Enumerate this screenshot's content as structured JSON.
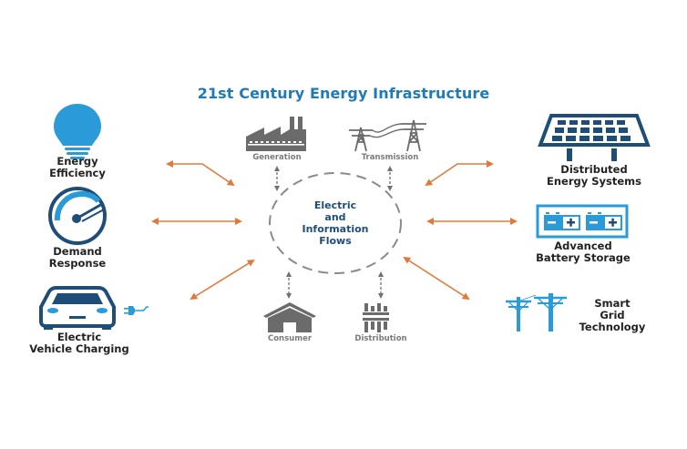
{
  "title": "21st Century Energy Infrastructure",
  "center": {
    "lines": [
      "Electric",
      "and",
      "Information",
      "Flows"
    ]
  },
  "inner_nodes": {
    "generation": "Generation",
    "transmission": "Transmission",
    "consumer": "Consumer",
    "distribution": "Distribution"
  },
  "left_items": [
    {
      "lines": [
        "Energy",
        "Efficiency"
      ],
      "icon": "lightbulb-icon"
    },
    {
      "lines": [
        "Demand",
        "Response"
      ],
      "icon": "speedometer-icon"
    },
    {
      "lines": [
        "Electric",
        "Vehicle Charging"
      ],
      "icon": "electric-car-icon"
    }
  ],
  "right_items": [
    {
      "lines": [
        "Distributed",
        "Energy Systems"
      ],
      "icon": "solar-panel-icon"
    },
    {
      "lines": [
        "Advanced",
        "Battery Storage"
      ],
      "icon": "battery-icon"
    },
    {
      "lines": [
        "Smart",
        "Grid",
        "Technology"
      ],
      "icon": "utility-pole-icon"
    }
  ],
  "colors": {
    "title": "#1f7bb6",
    "light_blue": "#2b9ad8",
    "navy": "#1e4e78",
    "arrow": "#e07a3c",
    "gray_icon": "#6b6b6b",
    "text": "#222222"
  }
}
